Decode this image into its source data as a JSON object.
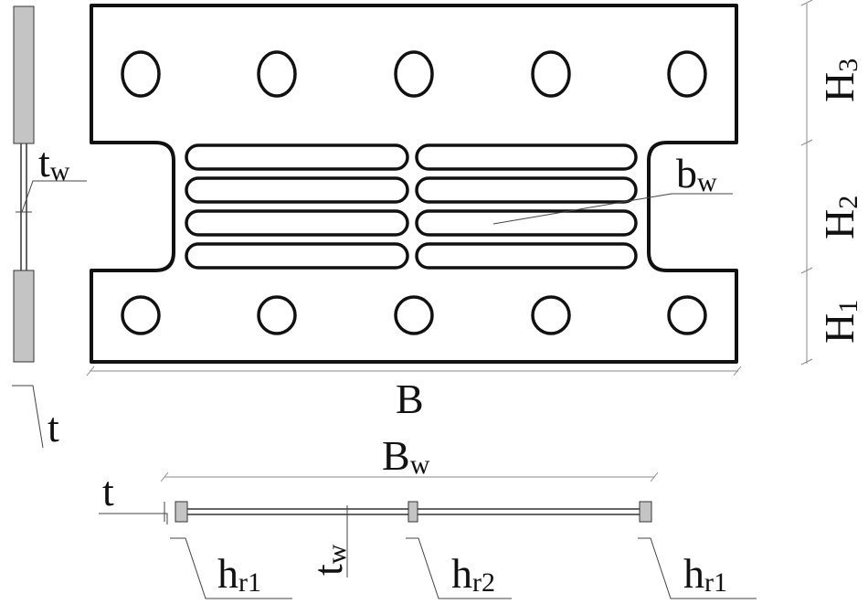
{
  "labels": {
    "tw_main": "t",
    "tw_sub": "w",
    "bw_main": "b",
    "bw_sub": "w",
    "H3_main": "H",
    "H3_sub": "3",
    "H2_main": "H",
    "H2_sub": "2",
    "H1_main": "H",
    "H1_sub": "1",
    "B": "B",
    "t_side": "t",
    "Bw_main": "B",
    "Bw_sub": "w",
    "t_section": "t",
    "tw_section_main": "t",
    "tw_section_sub": "w",
    "hr1_left_main": "h",
    "hr1_left_sub": "r1",
    "hr2_main": "h",
    "hr2_sub": "r2",
    "hr1_right_main": "h",
    "hr1_right_sub": "r1"
  },
  "plate": {
    "top_bolt_holes": 5,
    "bottom_bolt_holes": 5,
    "slot_rows": 4,
    "slot_columns": 2
  },
  "colors": {
    "stroke": "#111111",
    "section_fill": "#c4c4c4",
    "dimension_line": "#8a8a8a"
  }
}
